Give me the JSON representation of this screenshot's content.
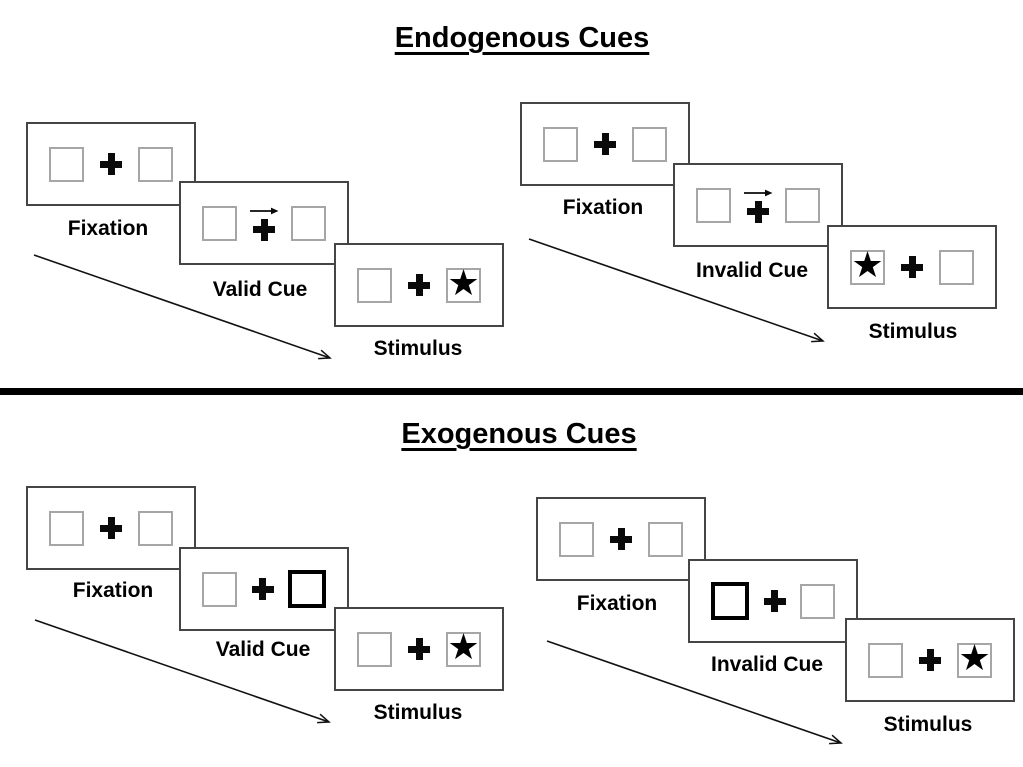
{
  "diagram": {
    "kind": "posner-cueing-task",
    "glyphs": {
      "star": "★"
    },
    "colors": {
      "panel_border": "#454545",
      "box_border": "#a6a6a6",
      "cue_box_border": "#000000",
      "ink": "#000000",
      "divider": "#000000"
    },
    "sections": [
      {
        "title": "Endogenous Cues",
        "cue_type": "central-arrow",
        "sequences": [
          {
            "validity": "valid",
            "cue_direction": "right",
            "star_side": "right",
            "steps": [
              {
                "label": "Fixation"
              },
              {
                "label": "Valid Cue"
              },
              {
                "label": "Stimulus"
              }
            ]
          },
          {
            "validity": "invalid",
            "cue_direction": "right",
            "star_side": "left",
            "steps": [
              {
                "label": "Fixation"
              },
              {
                "label": "Invalid Cue"
              },
              {
                "label": "Stimulus"
              }
            ]
          }
        ]
      },
      {
        "title": "Exogenous Cues",
        "cue_type": "peripheral-box",
        "sequences": [
          {
            "validity": "valid",
            "cue_side": "right",
            "star_side": "right",
            "steps": [
              {
                "label": "Fixation"
              },
              {
                "label": "Valid Cue"
              },
              {
                "label": "Stimulus"
              }
            ]
          },
          {
            "validity": "invalid",
            "cue_side": "left",
            "star_side": "right",
            "steps": [
              {
                "label": "Fixation"
              },
              {
                "label": "Invalid Cue"
              },
              {
                "label": "Stimulus"
              }
            ]
          }
        ]
      }
    ]
  }
}
